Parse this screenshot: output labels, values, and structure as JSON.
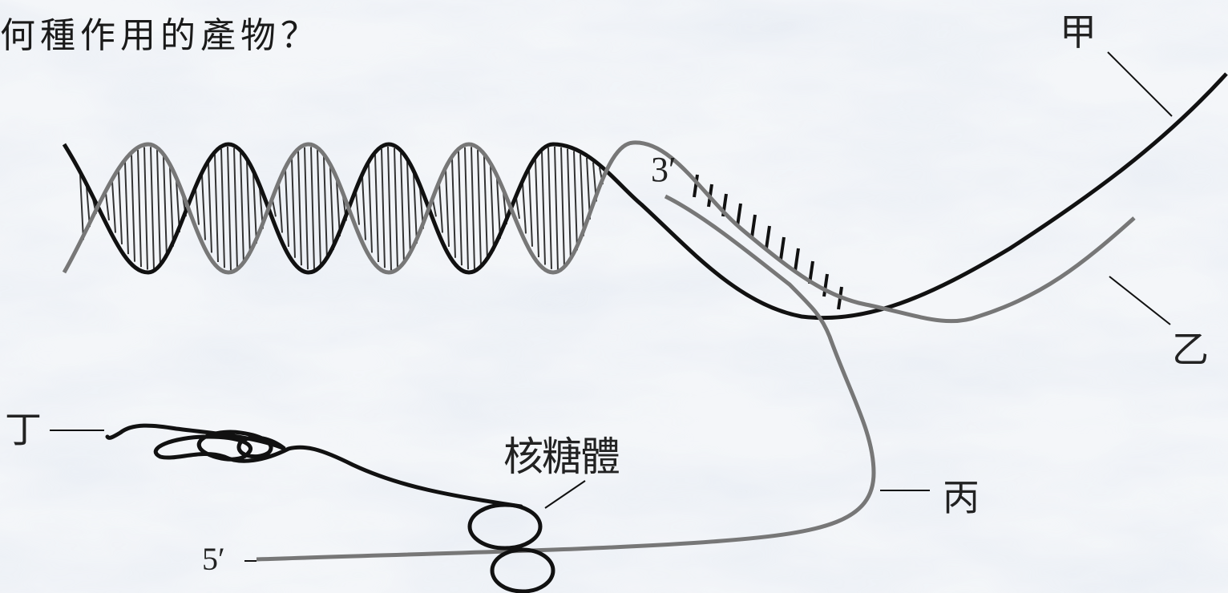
{
  "question_text": "何種作用的產物？",
  "labels": {
    "strand_jia": "甲",
    "strand_yi": "乙",
    "strand_bing": "丙",
    "strand_ding": "丁",
    "ribosome": "核糖體",
    "three_prime": "3′",
    "five_prime": "5′"
  }
}
